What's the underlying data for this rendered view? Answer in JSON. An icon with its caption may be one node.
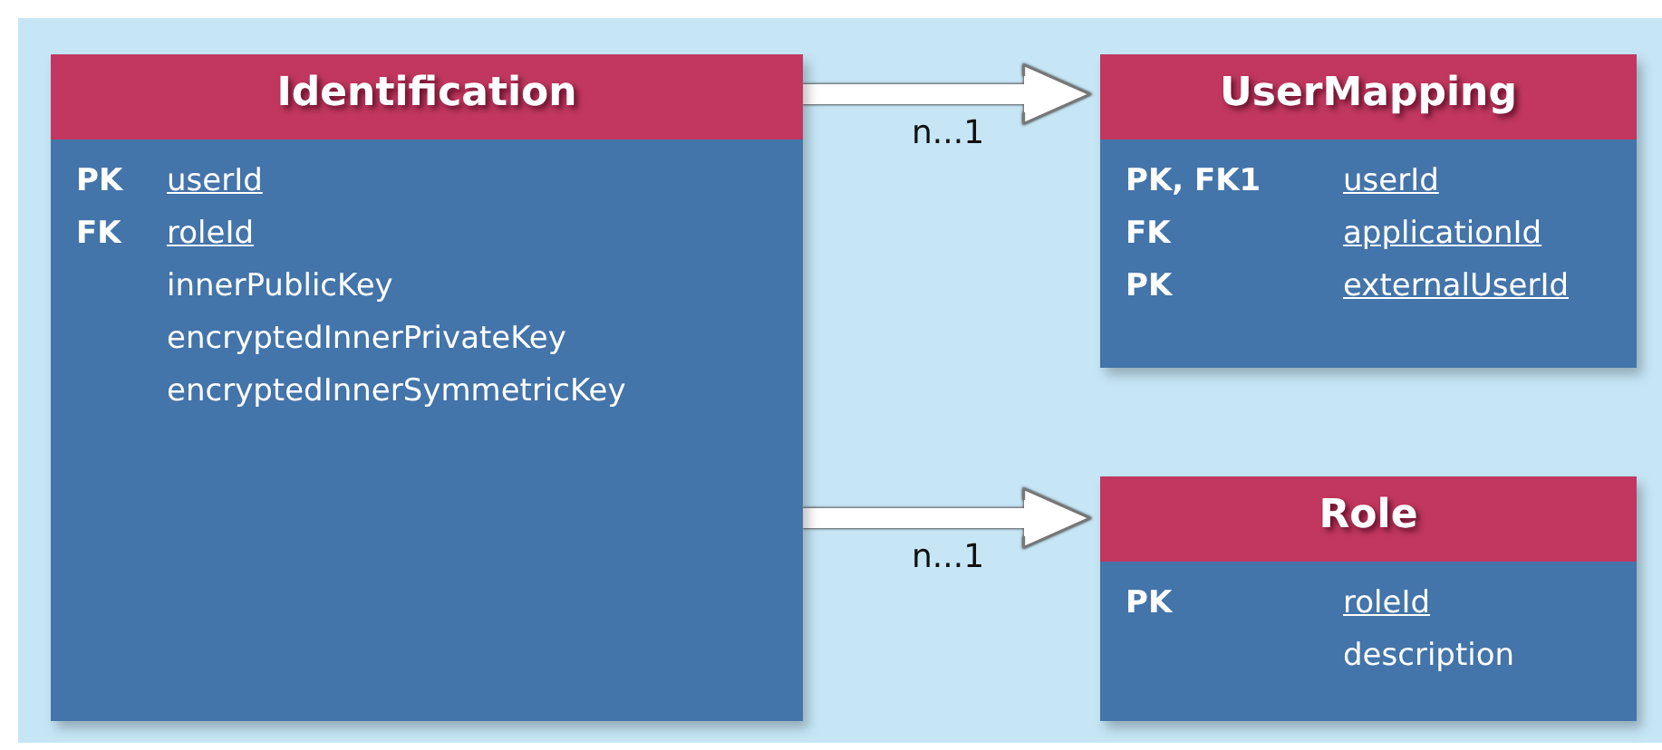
{
  "diagram": {
    "nodes": [
      {
        "text": [
          "Identification",
          "PK",
          "userId",
          "FK",
          "roleId",
          "innerPublicKey",
          "encryptedInnerPrivateKey",
          "encryptedInnerSymmetricKey"
        ]
      },
      {
        "text": [
          "UserMapping",
          "PK, FK1",
          "userId",
          "FK",
          "applicationId",
          "PK",
          "externalUserId"
        ]
      },
      {
        "text": [
          "Role",
          "PK",
          "roleId",
          "description"
        ]
      }
    ],
    "edges": [
      {
        "from": 0,
        "to": 1,
        "arrow": "to",
        "label": "n...1"
      },
      {
        "from": 0,
        "to": 2,
        "arrow": "to",
        "label": "n...1"
      }
    ]
  }
}
